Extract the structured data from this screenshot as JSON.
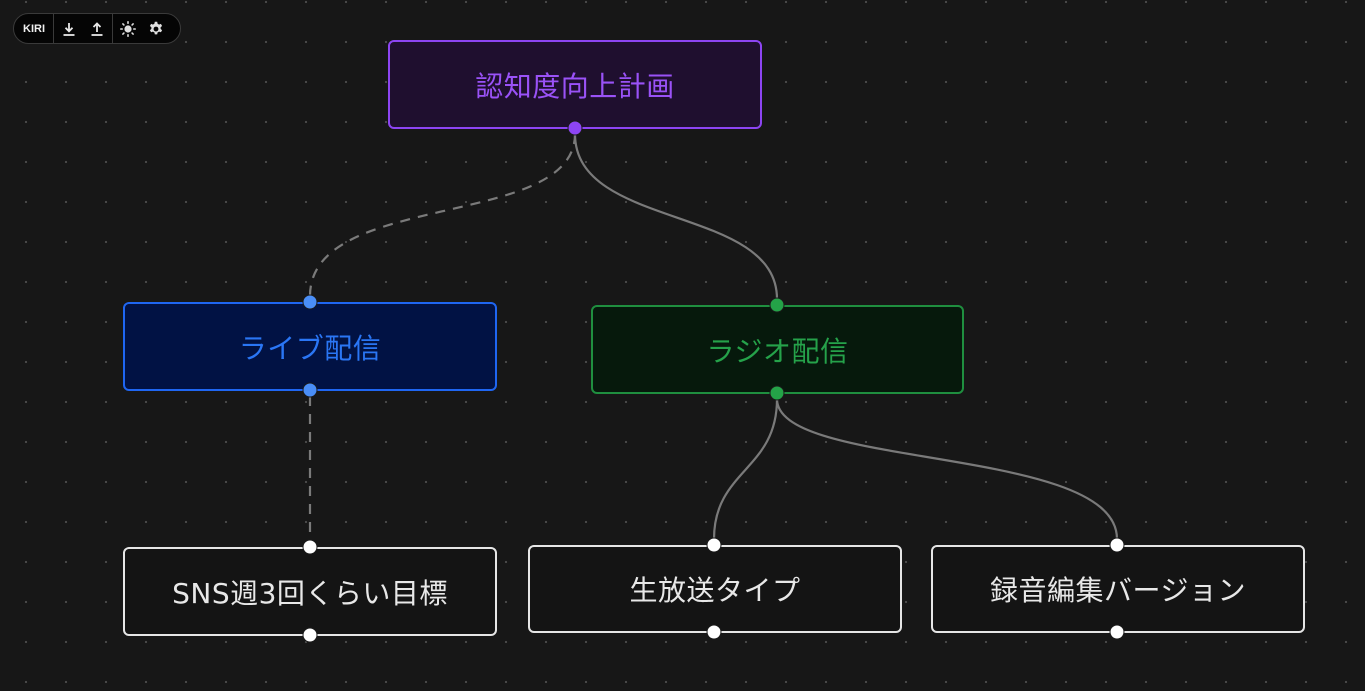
{
  "toolbar": {
    "logo": "KIRI",
    "buttons": [
      {
        "name": "download",
        "icon": "download-icon"
      },
      {
        "name": "upload",
        "icon": "upload-icon"
      },
      {
        "name": "theme",
        "icon": "sun-icon"
      },
      {
        "name": "settings",
        "icon": "gear-icon"
      }
    ]
  },
  "colors": {
    "background": "#171717",
    "root_accent": "#8d45f3",
    "blue_accent": "#1f66f2",
    "green_accent": "#1f8f3f",
    "default_border": "#e6e6e6",
    "edge": "#7a7a7a"
  },
  "nodes": {
    "root": {
      "label": "認知度向上計画",
      "color": "purple"
    },
    "live": {
      "label": "ライブ配信",
      "color": "blue"
    },
    "radio": {
      "label": "ラジオ配信",
      "color": "green"
    },
    "sns": {
      "label": "SNS週3回くらい目標",
      "color": "default"
    },
    "live_broadcast": {
      "label": "生放送タイプ",
      "color": "default"
    },
    "recorded": {
      "label": "録音編集バージョン",
      "color": "default"
    }
  },
  "edges": [
    {
      "from": "root",
      "to": "live",
      "style": "dashed"
    },
    {
      "from": "root",
      "to": "radio",
      "style": "solid"
    },
    {
      "from": "live",
      "to": "sns",
      "style": "dashed"
    },
    {
      "from": "radio",
      "to": "live_broadcast",
      "style": "solid"
    },
    {
      "from": "radio",
      "to": "recorded",
      "style": "solid"
    }
  ]
}
